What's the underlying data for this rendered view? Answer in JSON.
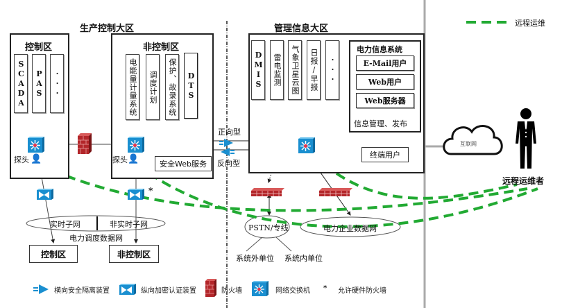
{
  "zones": {
    "production": {
      "title": "生产控制大区",
      "control": {
        "title": "控制区",
        "systems": [
          "SCADA",
          "PAS",
          "···"
        ]
      },
      "noncontrol": {
        "title": "非控制区",
        "systems": [
          "电能量计量系统",
          "调度计划",
          "保护、故录系统",
          "DTS"
        ],
        "web_service": "安全Web服务"
      },
      "probe_label": "探头"
    },
    "management": {
      "title": "管理信息大区",
      "systems": [
        "DMIS",
        "雷电监测",
        "气象卫星云图",
        "日报/早报",
        "···"
      ],
      "info_system": {
        "title": "电力信息系统",
        "items": [
          "E-Mail用户",
          "Web用户",
          "Web服务器"
        ],
        "footer": "信息管理、发布"
      },
      "terminal_user": "终端用户"
    }
  },
  "isolation": {
    "forward": "正向型",
    "reverse": "反向型"
  },
  "dispatch_network": {
    "realtime": "实时子网",
    "nonrealtime": "非实时子网",
    "label": "电力调度数据网",
    "targets": [
      "控制区",
      "非控制区"
    ],
    "asterisk": "*"
  },
  "external": {
    "pstn": "PSTN/专线",
    "enterprise_net": "电力企业数据网",
    "outside_unit": "系统外单位",
    "inside_unit": "系统内单位",
    "internet": "互联网",
    "remote_operator": "远程运维者"
  },
  "legend": {
    "remote_ops": "远程运维",
    "items": [
      {
        "icon": "horizontal-isolation-icon",
        "label": "横向安全隔离装置"
      },
      {
        "icon": "vertical-encryption-icon",
        "label": "纵向加密认证装置"
      },
      {
        "icon": "firewall-icon",
        "label": "防火墙"
      },
      {
        "icon": "network-switch-icon",
        "label": "网络交换机"
      },
      {
        "icon": "asterisk-icon",
        "symbol": "*",
        "label": "允许硬件防火墙"
      }
    ]
  },
  "colors": {
    "remote_ops_dash": "#22aa33",
    "switch_blue": "#1a8fd0",
    "firewall_red": "#b3262a",
    "divider_gray": "#aaaaaa"
  }
}
